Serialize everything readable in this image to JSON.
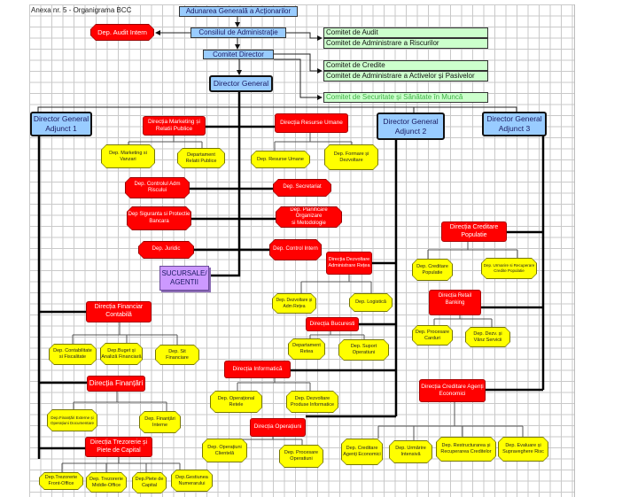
{
  "title": "Anexa nr. 5 - Organigrama BCC",
  "governance": {
    "adunarea": "Adunarea Generală a Acționarilor",
    "consiliul": "Consiliul de Administrație",
    "comitet_director": "Comitet Director",
    "director_general": "Director General",
    "audit_intern": "Dep. Audit Intern"
  },
  "committees": [
    "Comitet de Audit",
    "Comitet de Administrare a Riscurilor",
    "Comitet de Credite",
    "Comitet de Administrare a Activelor și Pasivelor",
    "Comitet de Securitate și Sănătate în Muncă"
  ],
  "deputies": [
    "Director General\nAdjunct 1",
    "Director General\nAdjunct 2",
    "Director General\nAdjunct 3"
  ],
  "dg_units": {
    "marketing": "Direcția Marketing și\nRelatii Publice",
    "marketing_deps": [
      "Dep. Marketing si\nVanzari",
      "Departament\nRelatii Publice"
    ],
    "resurse": "Direcția Resurse Umane",
    "resurse_deps": [
      "Dep. Resurse Umane",
      "Dep. Formare și\nDezvoltare"
    ],
    "controlul": "Dep. Controlul Adm\nRiscului",
    "secretariat": "Dep. Secretariat",
    "siguranta": "Dep Siguranta si Protectie\nBancara",
    "planificare": "Dep. Planificare Organizare\nsi Metodologie",
    "juridic": "Dep. Juridic",
    "control_intern": "Dep. Control Intern",
    "sucursale": "SUCURSALE/\nAGENTII"
  },
  "dga1": {
    "financiar": "Direcția Financiar\nContabilă",
    "financiar_deps": [
      "Dep. Contabilitate\nsi Fiscalitate",
      "Dep.Buget și\nAnaliză Financiară",
      "Dep. Sit\nFinanciare"
    ],
    "finantari": "Direcția Finanțări",
    "finantari_deps": [
      "Dep.Finanțări Externe și\nOperațiuni Documentare",
      "Dep. Finanțări\nInterne"
    ],
    "trezorerie": "Direcția Trezorerie și\nPiete de Capital",
    "trezorerie_deps": [
      "Dep.Trezorerie\nFront-Office",
      "Dep. Trezorerie\nMiddle-Office",
      "Dep.Piete de\nCapital",
      "Dep.Gestiunea\nNumerarului"
    ]
  },
  "dga2": {
    "dezvoltare": "Direcția Dezvoltare\nAdministrare Rețea",
    "dezvoltare_deps": [
      "Dep. Dezvoltare și\nAdm Rețea",
      "Dep. Logistică"
    ],
    "bucuresti": "Direcția Bucuresti",
    "bucuresti_deps": [
      "Departament\nRetea",
      "Dep. Suport\nOperatiuni"
    ],
    "informatica": "Direcția Informatică",
    "informatica_deps": [
      "Dep. Operațional\nRetele",
      "Dep. Dezvoltare\nProduse Informatice"
    ],
    "operatiuni": "Direcția Operațiuni",
    "operatiuni_deps": [
      "Dep. Operațiuni\nClientelă",
      "Dep. Procesare\nOperatiuni"
    ]
  },
  "dga3": {
    "creditare_pop": "Direcția Creditare\nPopulatie",
    "creditare_pop_deps": [
      "Dep. Creditare\nPopulatie",
      "Dep. Urmarire si Recuperare\nCredite Populatie"
    ],
    "retail": "Direcția Retail Banking",
    "retail_deps": [
      "Dep. Procesare\nCarduri",
      "Dep. Dezv. și\nVânz Servicii"
    ],
    "cae": "Direcția Creditare Agenți\nEconomici",
    "cae_deps": [
      "Dep. Creditare\nAgenți Economici",
      "Dep. Urmărire\nIntensivă",
      "Dep. Restructurarea și\nRecuperarea Creditelor",
      "Dep. Evaluare și\nSupraveghere Risc"
    ]
  },
  "colors": {
    "red": "#ff0000",
    "yellow": "#ffff00",
    "blue": "#99ccff",
    "green": "#ccffcc",
    "purple": "#cc99ff"
  }
}
